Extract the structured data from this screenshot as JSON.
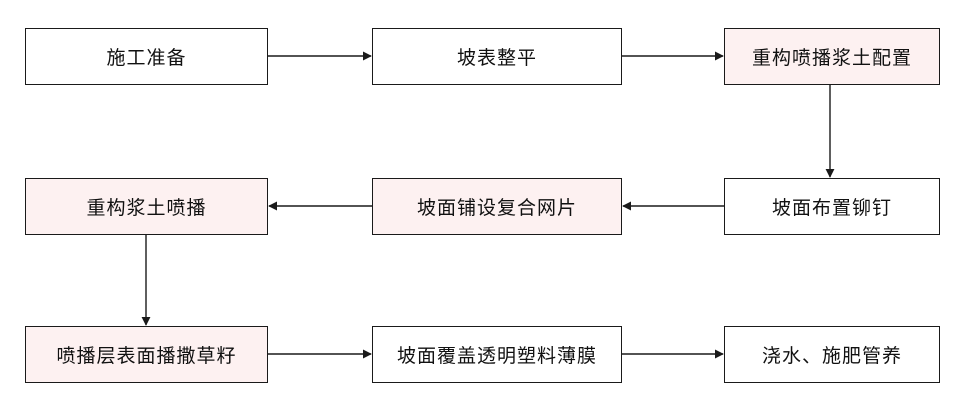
{
  "steps": {
    "s1": "施工准备",
    "s2": "坡表整平",
    "s3": "重构喷播浆土配置",
    "s4": "坡面布置铆钉",
    "s5": "坡面铺设复合网片",
    "s6": "重构浆土喷播",
    "s7": "喷播层表面播撒草籽",
    "s8": "坡面覆盖透明塑料薄膜",
    "s9": "浇水、施肥管养"
  },
  "colors": {
    "highlight_fill": "#fdf1f1",
    "plain_fill": "#ffffff",
    "stroke": "#1a1a1a"
  }
}
